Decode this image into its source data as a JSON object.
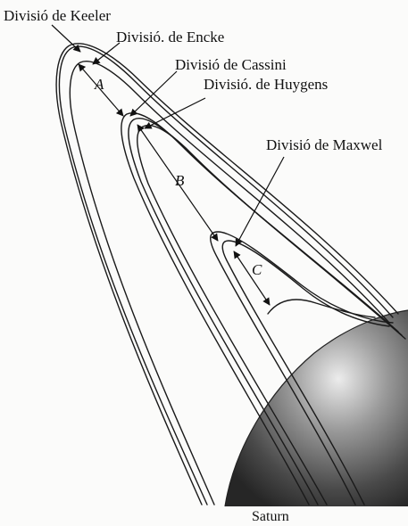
{
  "divisions": {
    "keeler": "Divisió  de Keeler",
    "encke": "Divisió.  de Encke",
    "cassini": "Divisió  de Cassini",
    "huygens": "Divisió.  de Huygens",
    "maxwell": "Divisió  de Maxwel"
  },
  "rings": {
    "a": "A",
    "b": "B",
    "c": "C"
  },
  "planet": {
    "name": "Saturn"
  },
  "colors": {
    "ink": "#1a1a1a",
    "planet_light": "#e6e6e6",
    "planet_dark": "#2e2e2e",
    "paper": "#fbfbfa"
  }
}
